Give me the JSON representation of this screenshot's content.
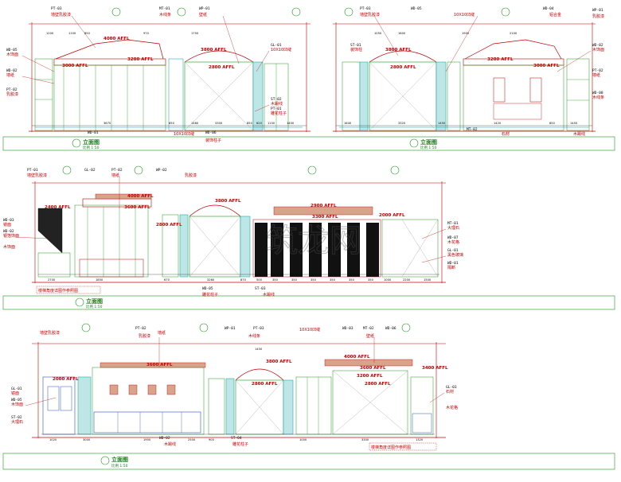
{
  "drawing": {
    "watermark": "筑龙网",
    "colors": {
      "line": "#c00000",
      "wall": "#00a0a0",
      "frame": "#1a9a1a",
      "dim": "#000000",
      "blue": "#3050d0"
    }
  },
  "elevations": [
    {
      "id": "e1",
      "title": "立面图",
      "scale": "比例 1:50",
      "levels": [
        "4000 AFFL",
        "3000 AFFL",
        "3200 AFFL",
        "3800 AFFL",
        "2800 AFFL"
      ],
      "labels": [
        "墙壁乳胶漆",
        "木饰面",
        "墙纸",
        "乳胶漆",
        "壁纸",
        "10X10凹缝",
        "木踢线",
        "装饰柱子",
        "木线条",
        "雕花柱子",
        "10X10凹缝"
      ],
      "tags": [
        "PT-03",
        "WD-05",
        "WD-02",
        "PT-02",
        "WP-01",
        "GL-01",
        "ST-02",
        "WD-06",
        "MT-01",
        "PT-01",
        "WD-01"
      ],
      "dims": [
        "1200",
        "1100",
        "850",
        "3670",
        "970",
        "650",
        "1750",
        "1460",
        "3300",
        "850",
        "620",
        "1150",
        "1400"
      ]
    },
    {
      "id": "e2",
      "title": "立面图",
      "scale": "比例 1:50",
      "levels": [
        "3800 AFFL",
        "2800 AFFL",
        "3200 AFFL",
        "3000 AFFL"
      ],
      "labels": [
        "墙壁乳胶漆",
        "木饰面",
        "10X10凹缝",
        "墙纸",
        "乳胶漆",
        "木线条",
        "装饰柱",
        "木踢线",
        "铝合金",
        "石材"
      ],
      "tags": [
        "PT-03",
        "WD-02",
        "WD-05",
        "PT-02",
        "WP-01",
        "WD-08",
        "ST-01",
        "MT-02",
        "WD-04"
      ],
      "dims": [
        "1640",
        "3320",
        "1450",
        "1050",
        "1600",
        "1900",
        "1420",
        "650",
        "2100",
        "1450"
      ]
    },
    {
      "id": "e3",
      "title": "立面图",
      "scale": "比例 1:50",
      "levels": [
        "4000 AFFL",
        "3600 AFFL",
        "2400 AFFL",
        "2800 AFFL",
        "3800 AFFL",
        "3300 AFFL",
        "2900 AFFL",
        "2000 AFFL"
      ],
      "labels": [
        "墙壁乳胶漆",
        "镜面",
        "银箔饰面",
        "墙纸",
        "木饰面",
        "乳胶漆",
        "雕花柱子",
        "木踢线",
        "大理石",
        "木花格",
        "黑色玻璃",
        "隔断"
      ],
      "tags": [
        "PT-01",
        "WD-03",
        "WD-02",
        "GL-02",
        "PT-02",
        "WP-02",
        "WD-05",
        "ST-03",
        "MT-01",
        "WD-07",
        "GL-01",
        "WD-01"
      ],
      "dims": [
        "2700",
        "1850",
        "670",
        "3260",
        "870",
        "500",
        "350",
        "350",
        "350",
        "350",
        "350",
        "350",
        "1000",
        "2200",
        "1500"
      ],
      "note": "楼梯角度详图作参照图"
    },
    {
      "id": "e4",
      "title": "立面图",
      "scale": "比例 1:50",
      "levels": [
        "3600 AFFL",
        "2000 AFFL",
        "3800 AFFL",
        "2800 AFFL",
        "4000 AFFL",
        "3600 AFFL",
        "3200 AFFL",
        "2800 AFFL",
        "3400 AFFL"
      ],
      "labels": [
        "墙壁乳胶漆",
        "镜面",
        "木饰面",
        "大理石",
        "墙纸",
        "乳胶漆",
        "10X10凹缝",
        "木线条",
        "壁纸",
        "雕花柱子",
        "木踢线",
        "石材",
        "木花格"
      ],
      "tags": [
        "PT-02",
        "GL-01",
        "WD-05",
        "ST-02",
        "WP-01",
        "PT-03",
        "WD-03",
        "MT-02",
        "WD-06",
        "ST-04",
        "WD-02",
        "GL-03"
      ],
      "dims": [
        "1020",
        "3000",
        "1900",
        "2500",
        "900",
        "1450",
        "1000",
        "3300",
        "1320"
      ],
      "note": "楼梯角度详图作参照图"
    }
  ]
}
